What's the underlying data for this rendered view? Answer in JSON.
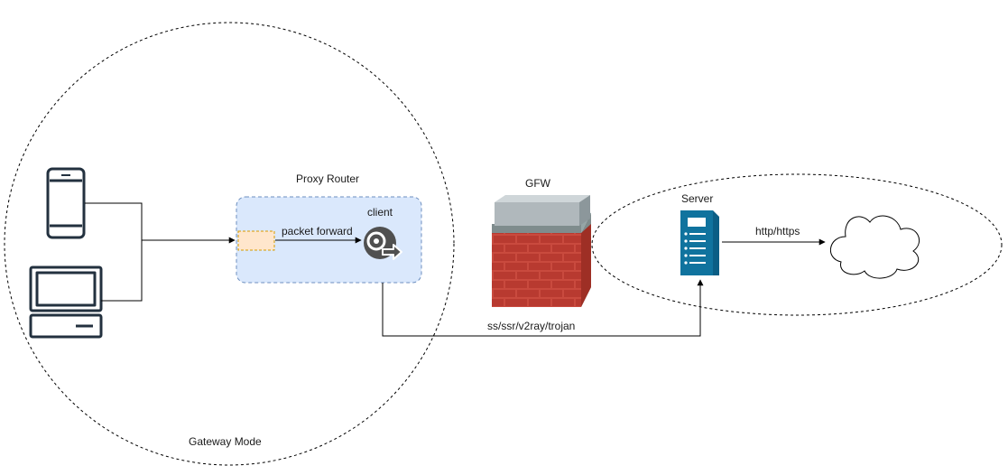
{
  "labels": {
    "proxy_router": "Proxy Router",
    "packet_forward": "packet  forward",
    "client": "client",
    "gfw": "GFW",
    "server": "Server",
    "http": "http/https",
    "protocols": "ss/ssr/v2ray/trojan",
    "gateway_mode": "Gateway Mode"
  },
  "colors": {
    "router_fill": "#dae8fc",
    "router_border": "#6c8ebf",
    "forward_fill": "#ffe6cc",
    "forward_border": "#d79b00",
    "device_stroke": "#23313f",
    "server_blue": "#10739e",
    "client_icon": "#505050",
    "brick_red": "#c0392b",
    "wall_cap": "#7f8c8d"
  },
  "icons": {
    "phone": "smartphone-icon",
    "computer": "desktop-computer-icon",
    "client": "client-transfer-icon",
    "firewall": "firewall-icon",
    "server": "server-icon",
    "cloud": "cloud-icon"
  }
}
